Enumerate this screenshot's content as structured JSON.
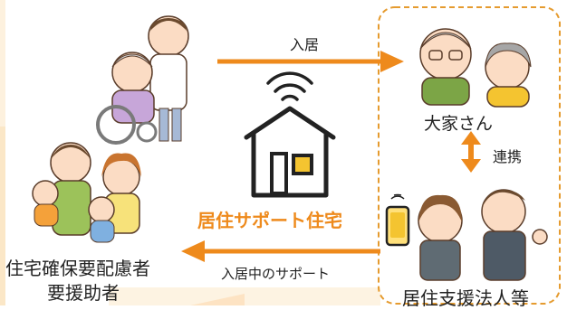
{
  "labels": {
    "move_in": "入居",
    "landlord": "大家さん",
    "cooperation": "連携",
    "house": "居住サポート住宅",
    "support": "入居中のサポート",
    "needy_line1": "住宅確保要配慮者",
    "needy_line2": "要援助者",
    "corp": "居住支援法人等"
  },
  "icons": [
    "wifi-icon",
    "house-icon",
    "smartphone-icon",
    "elderly-caregiver-illustration",
    "family-illustration",
    "landlord-couple-illustration",
    "support-staff-illustration"
  ],
  "colors": {
    "accent": "#ee8a1c",
    "house_outline": "#222222",
    "window": "#f4c430",
    "dashed_border": "#e59b2f"
  }
}
